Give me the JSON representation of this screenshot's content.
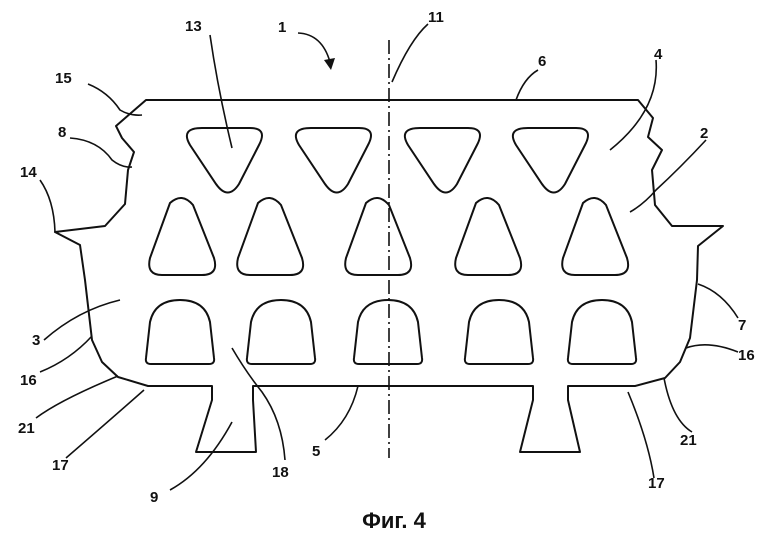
{
  "figure": {
    "caption": "Фиг. 4",
    "labels": {
      "l1": "1",
      "l11": "11",
      "l13": "13",
      "l6": "6",
      "l15": "15",
      "l4": "4",
      "l8": "8",
      "l2": "2",
      "l14": "14",
      "l3": "3",
      "l7": "7",
      "l16a": "16",
      "l16b": "16",
      "l21a": "21",
      "l21b": "21",
      "l17a": "17",
      "l17b": "17",
      "l18": "18",
      "l5": "5",
      "l9": "9"
    }
  }
}
